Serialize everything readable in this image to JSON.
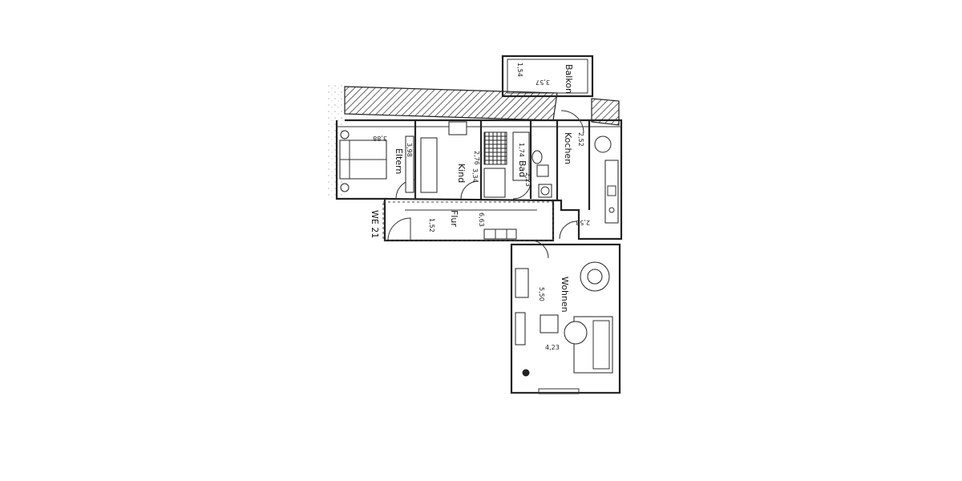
{
  "rooms": {
    "eltern": "Eltern",
    "kind": "Kind",
    "bad": "Bad",
    "kochen": "Kochen",
    "balkon": "Balkon",
    "flur": "Flur",
    "wohnen": "Wohnen"
  },
  "unit_label": "WE 21",
  "dimensions": {
    "eltern_width": "3,88",
    "eltern_depth": "3,98",
    "kind_width": "2,76",
    "kind_depth": "3,34",
    "bad_width": "1,74",
    "bad_depth": "2,23",
    "kochen_width": "2,58",
    "kochen_depth": "2,52",
    "balkon_width": "3,57",
    "balkon_depth": "1,54",
    "flur_length": "6,63",
    "flur_width": "1,52",
    "wohnen_depth": "5,50",
    "wohnen_width": "4,23"
  }
}
